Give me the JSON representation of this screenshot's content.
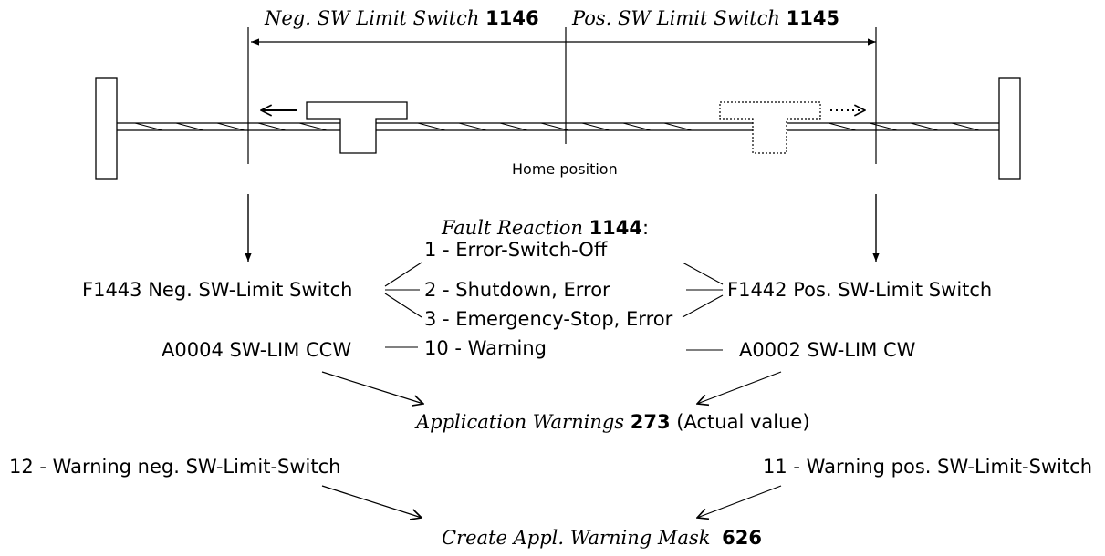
{
  "top": {
    "neg_label": "Neg. SW Limit Switch",
    "neg_param": "1146",
    "pos_label": "Pos. SW Limit Switch",
    "pos_param": "1145",
    "home": "Home position"
  },
  "fault": {
    "title": "Fault Reaction",
    "param": "1144",
    "colon": ":",
    "options": [
      "1 - Error-Switch-Off",
      "2 - Shutdown, Error",
      "3 - Emergency-Stop, Error",
      "10 - Warning"
    ]
  },
  "errors": {
    "neg": "F1443 Neg. SW-Limit Switch",
    "pos": "F1442 Pos. SW-Limit Switch"
  },
  "warnings": {
    "neg": "A0004 SW-LIM CCW",
    "pos": "A0002 SW-LIM CW"
  },
  "app_warnings": {
    "label": "Application Warnings",
    "param": "273",
    "suffix": "(Actual value)"
  },
  "mask_bits": {
    "neg": "12 - Warning neg. SW-Limit-Switch",
    "pos": "11 - Warning pos. SW-Limit-Switch"
  },
  "mask": {
    "label": "Create Appl. Warning Mask",
    "param": "626"
  }
}
